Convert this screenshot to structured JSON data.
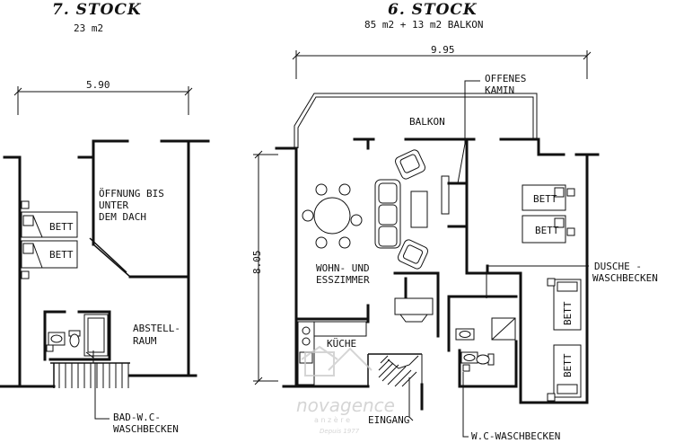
{
  "floor7": {
    "title": "7. STOCK",
    "area": "23 m2",
    "dimension": "5.90",
    "labels": {
      "opening_l1": "ÖFFNUNG BIS",
      "opening_l2": "UNTER",
      "opening_l3": "DEM DACH",
      "bed1": "BETT",
      "bed2": "BETT",
      "storage_l1": "ABSTELL-",
      "storage_l2": "RAUM",
      "bath_l1": "BAD-W.C-",
      "bath_l2": "WASCHBECKEN"
    }
  },
  "floor6": {
    "title": "6. STOCK",
    "area": "85 m2 + 13 m2 BALKON",
    "dimension_width": "9.95",
    "dimension_depth": "8.05",
    "labels": {
      "fireplace_l1": "OFFENES",
      "fireplace_l2": "KAMIN",
      "balcony": "BALKON",
      "bed1": "BETT",
      "bed2": "BETT",
      "bed3": "BETT",
      "bed4": "BETT",
      "shower_l1": "DUSCHE -",
      "shower_l2": "WASCHBECKEN",
      "living_l1": "WOHN- UND",
      "living_l2": "ESSZIMMER",
      "kitchen": "KÜCHE",
      "entrance": "EINGANG",
      "wc": "W.C-WASCHBECKEN"
    }
  },
  "watermark": {
    "brand": "novagence",
    "sub": "a n z è r e",
    "since": "Depuis 1977"
  }
}
